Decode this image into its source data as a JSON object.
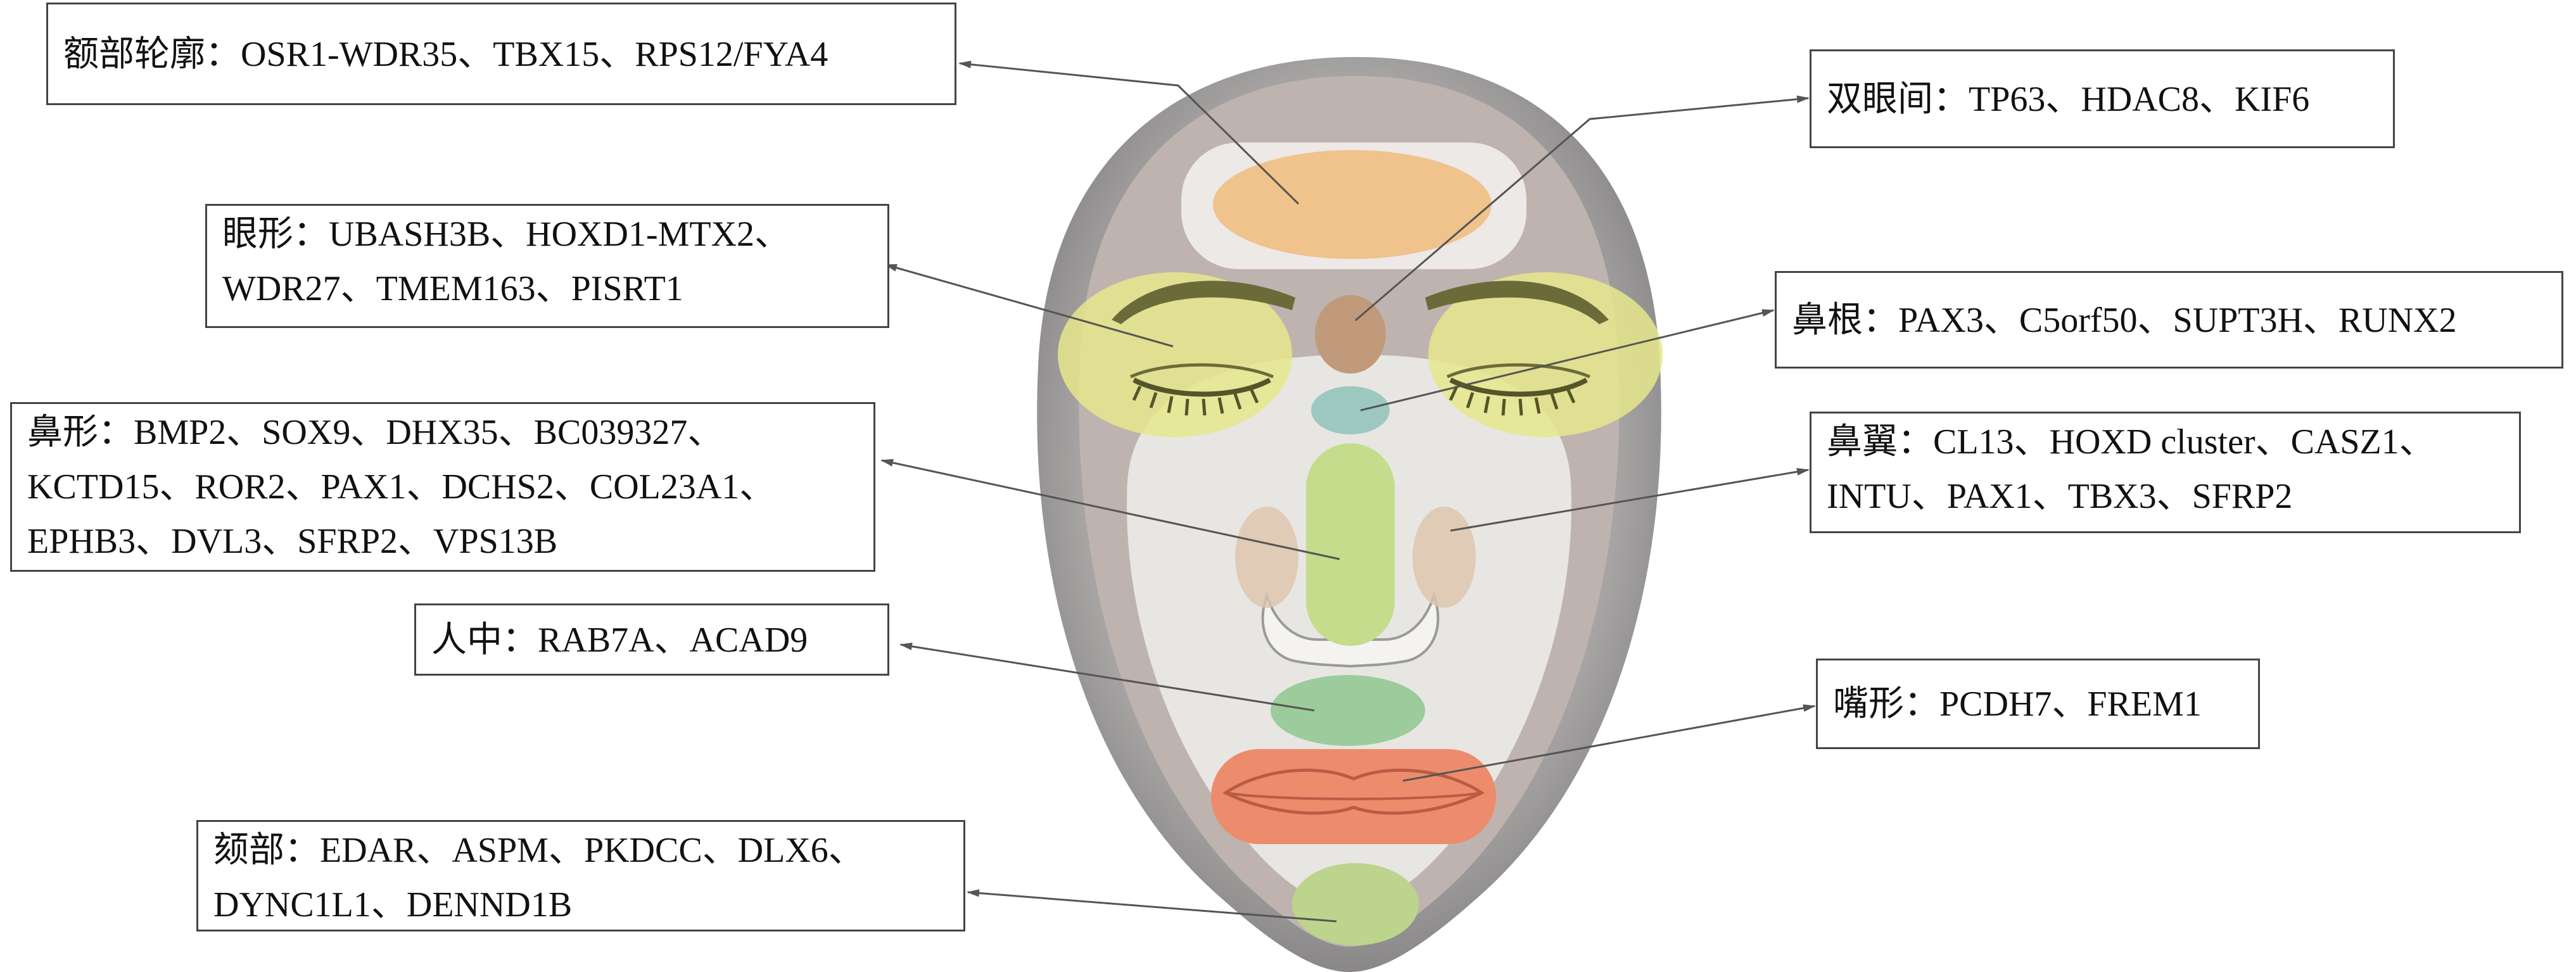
{
  "diagram": {
    "labels": [
      {
        "id": "forehead",
        "lines": [
          "额部轮廓：OSR1-WDR35、TBX15、RPS12/FYA4"
        ]
      },
      {
        "id": "eye-shape",
        "lines": [
          "眼形：UBASH3B、HOXD1-MTX2、",
          "WDR27、TMEM163、PISRT1"
        ]
      },
      {
        "id": "nose-shape",
        "lines": [
          "鼻形：BMP2、SOX9、DHX35、BC039327、",
          "KCTD15、ROR2、PAX1、DCHS2、COL23A1、",
          "EPHB3、DVL3、SFRP2、VPS13B"
        ]
      },
      {
        "id": "philtrum",
        "lines": [
          "人中：RAB7A、ACAD9"
        ]
      },
      {
        "id": "chin",
        "lines": [
          "颏部：EDAR、ASPM、PKDCC、DLX6、",
          "DYNC1L1、DENND1B"
        ]
      },
      {
        "id": "interocular",
        "lines": [
          "双眼间：TP63、HDAC8、KIF6"
        ]
      },
      {
        "id": "nasion",
        "lines": [
          "鼻根：PAX3、C5orf50、SUPT3H、RUNX2"
        ]
      },
      {
        "id": "nose-wing",
        "lines": [
          "鼻翼：CL13、HOXD cluster、CASZ1、",
          "INTU、PAX1、TBX3、SFRP2"
        ]
      },
      {
        "id": "mouth-shape",
        "lines": [
          "嘴形：PCDH7、FREM1"
        ]
      }
    ],
    "colors": {
      "forehead": "#f0c38c",
      "eyes": "#e6e68c",
      "nasion": "#c09a7a",
      "nose_bridge_top": "#9cc8c0",
      "nose": "#c4dc8c",
      "nose_wings": "#ddc4ac",
      "philtrum": "#9ccc9c",
      "lips": "#ec8c6c",
      "chin": "#bcd48c",
      "face_outer": "#8c8c8c",
      "face_mid": "#bfb3b0",
      "face_inner": "#e8e6e2"
    }
  }
}
